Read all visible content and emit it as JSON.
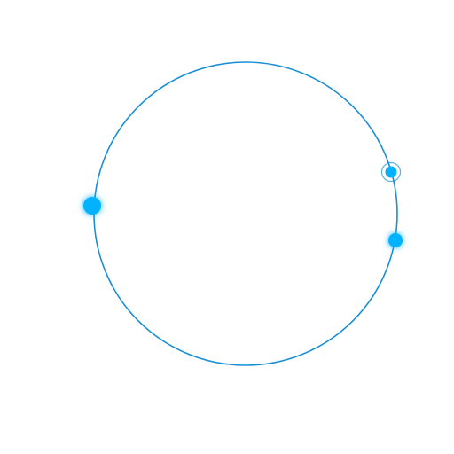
{
  "widget": {
    "shape": "circle",
    "handle_count": 3,
    "active_handle": 2
  },
  "colors": {
    "background": "#ffffff",
    "ring": "#1a8fd6",
    "handle": "#00b2ff",
    "handle_glow": "#00b2ff",
    "focus_ring": "#1a8fd6"
  },
  "icons": {
    "handle": "control-point-dot",
    "active_handle": "control-point-dot-with-focus-ring"
  }
}
